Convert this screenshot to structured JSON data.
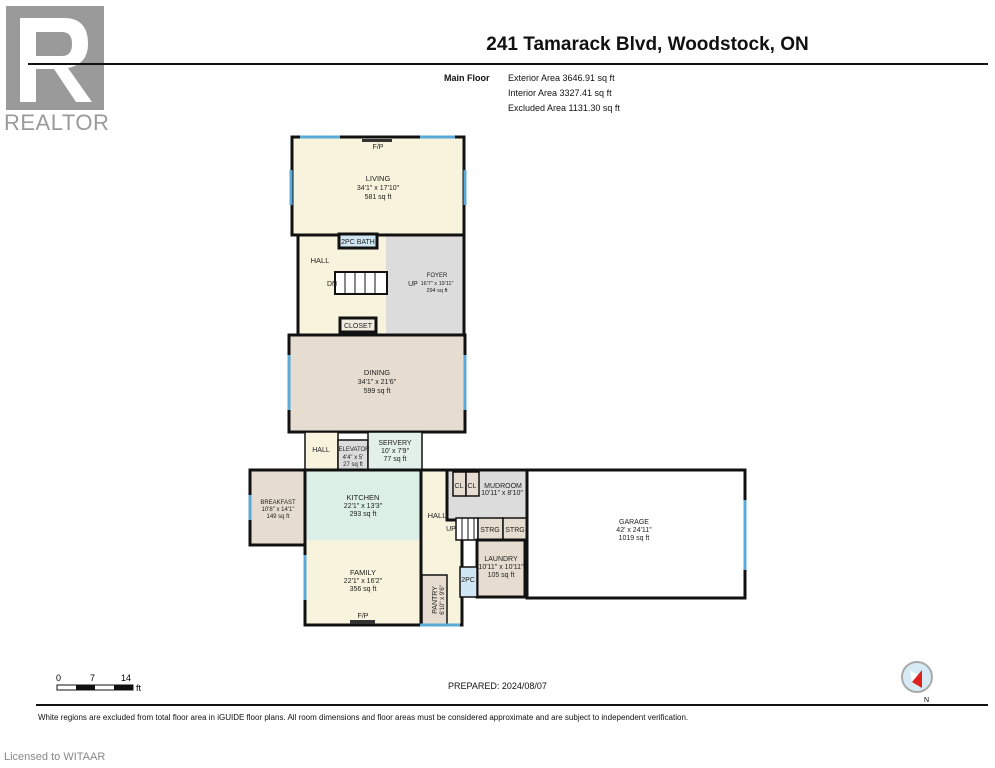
{
  "branding": {
    "name": "REALTOR",
    "mark": "R"
  },
  "header": {
    "title": "241 Tamarack Blvd, Woodstock, ON",
    "floor": "Main Floor",
    "areas": [
      "Exterior Area 3646.91 sq ft",
      "Interior Area 3327.41 sq ft",
      "Excluded Area 1131.30 sq ft"
    ]
  },
  "rooms": {
    "living": {
      "name": "LIVING",
      "dim": "34'1\" x 17'10\"",
      "area": "581 sq ft",
      "fp": "F/P"
    },
    "bath2pc": {
      "name": "2PC BATH"
    },
    "hall1": {
      "name": "HALL"
    },
    "stairs": {
      "down": "DN",
      "up": "UP"
    },
    "foyer": {
      "name": "FOYER",
      "dim": "16'7\" x 19'11\"",
      "area": "294 sq ft"
    },
    "closet": {
      "name": "CLOSET"
    },
    "dining": {
      "name": "DINING",
      "dim": "34'1\" x 21'6\"",
      "area": "599 sq ft"
    },
    "hall2": {
      "name": "HALL"
    },
    "elevator": {
      "name": "ELEVATOR",
      "dim": "4'4\" x 5'",
      "area": "27 sq ft"
    },
    "servery": {
      "name": "SERVERY",
      "dim": "10' x 7'9\"",
      "area": "77 sq ft"
    },
    "breakfast": {
      "name": "BREAKFAST",
      "dim": "10'8\" x 14'1\"",
      "area": "149 sq ft"
    },
    "kitchen": {
      "name": "KITCHEN",
      "dim": "22'1\" x 13'3\"",
      "area": "293 sq ft"
    },
    "family": {
      "name": "FAMILY",
      "dim": "22'1\" x 16'2\"",
      "area": "356 sq ft",
      "fp": "F/P"
    },
    "hall3": {
      "name": "HALL",
      "up": "UP"
    },
    "pantry": {
      "name": "PANTRY",
      "dim": "6'10\" x 9'6\""
    },
    "cl1": {
      "name": "CL"
    },
    "cl2": {
      "name": "CL"
    },
    "mudroom": {
      "name": "MUDROOM",
      "dim": "10'11\" x 8'10\""
    },
    "strg1": {
      "name": "STRG"
    },
    "strg2": {
      "name": "STRG"
    },
    "laundry": {
      "name": "LAUNDRY",
      "dim": "10'11\" x 10'11\"",
      "area": "105 sq ft"
    },
    "pc2": {
      "name": "2PC"
    },
    "garage": {
      "name": "GARAGE",
      "dim": "42' x 24'11\"",
      "area": "1019 sq ft"
    }
  },
  "scale": {
    "ticks": [
      "0",
      "7",
      "14"
    ],
    "unit": "ft"
  },
  "compass": {
    "label": "N"
  },
  "prepared": "PREPARED: 2024/08/07",
  "disclaimer": "White regions are excluded from total floor area in iGUIDE floor plans. All room dimensions and floor areas must be considered approximate and are subject to independent verification.",
  "license": "Licensed to WITAAR",
  "colors": {
    "cream": "#f8f3dc",
    "tan": "#e6ddd0",
    "gray": "#dcdcdc",
    "green": "#dcefe6",
    "blue": "#cfe6f4",
    "window": "#5aa9d6"
  }
}
